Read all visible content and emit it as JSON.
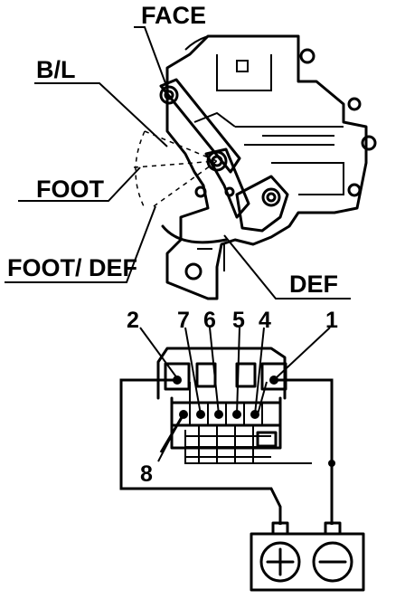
{
  "diagram": {
    "mode_labels": {
      "face": "FACE",
      "bl": "B/L",
      "foot": "FOOT",
      "foot_def": "FOOT/ DEF",
      "def": "DEF"
    },
    "connector_pins": {
      "p1": "1",
      "p2": "2",
      "p4": "4",
      "p5": "5",
      "p6": "6",
      "p7": "7",
      "p8": "8"
    },
    "battery": {
      "positive": "+",
      "negative": "−"
    }
  }
}
